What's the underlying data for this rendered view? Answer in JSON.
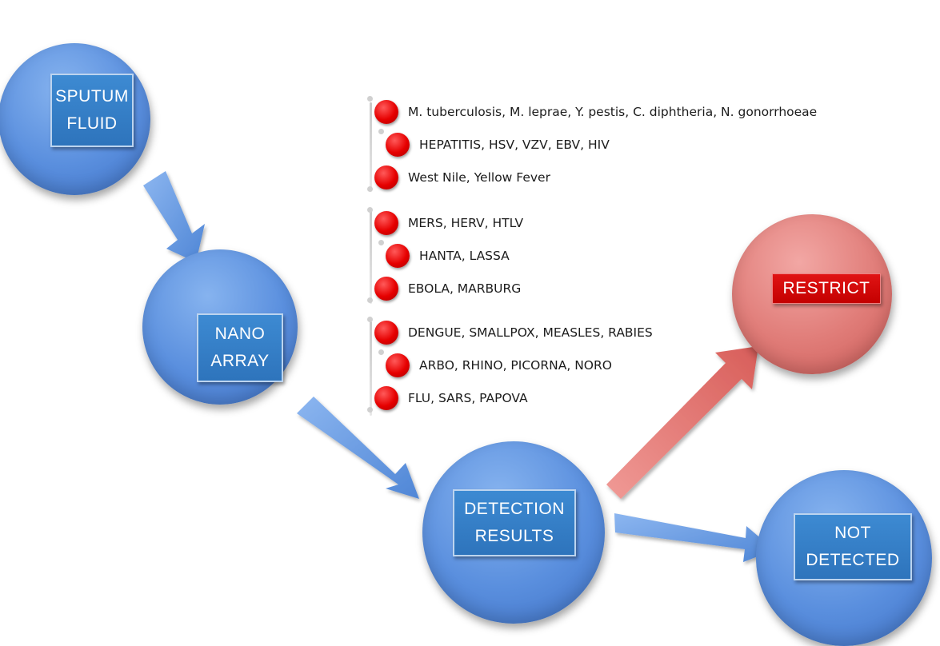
{
  "nodes": {
    "sputum": [
      "SPUTUM",
      "FLUID"
    ],
    "nano": [
      "NANO",
      "ARRAY"
    ],
    "detection": [
      "DETECTION",
      "RESULTS"
    ],
    "restrict": [
      "RESTRICT"
    ],
    "not_detected": [
      "NOT",
      "DETECTED"
    ]
  },
  "colors": {
    "circle_blue": "#5a8fde",
    "circle_red": "#e07c78",
    "label_blue": "#3580c8",
    "label_red": "#d80000",
    "pin_red": "#e60000",
    "arrow_blue": "#6d9de6",
    "arrow_red": "#e27470"
  },
  "pathogens": [
    "M. tuberculosis, M. leprae, Y. pestis, C. diphtheria, N. gonorrhoeae",
    "HEPATITIS, HSV, VZV, EBV, HIV",
    "West Nile, Yellow Fever",
    "MERS, HERV, HTLV",
    "HANTA, LASSA",
    "EBOLA, MARBURG",
    "DENGUE, SMALLPOX, MEASLES, RABIES",
    "ARBO, RHINO, PICORNA, NORO",
    "FLU, SARS, PAPOVA"
  ]
}
